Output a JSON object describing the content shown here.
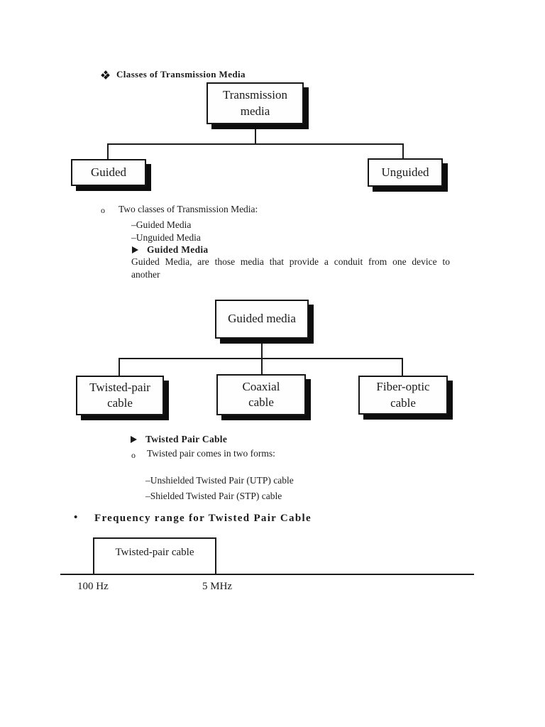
{
  "heading": {
    "marker_icon": "four-diamond",
    "text": "Classes of Transmission Media"
  },
  "tree_transmission": {
    "root_label": "Transmission\nmedia",
    "left_child": "Guided",
    "right_child": "Unguided"
  },
  "notes_transmission": {
    "bullet": "o",
    "intro": "Two classes of Transmission Media:",
    "items": [
      "–Guided Media",
      "–Unguided Media"
    ],
    "arrow_icon": "right-arrowhead",
    "subheading": "Guided Media",
    "body_lines": [
      "Guided Media, are those media that provide a conduit from one device to",
      "another"
    ]
  },
  "tree_guided": {
    "root_label": "Guided media",
    "children": [
      "Twisted-pair\ncable",
      "Coaxial\ncable",
      "Fiber-optic\ncable"
    ]
  },
  "notes_twisted": {
    "arrow_icon": "right-arrowhead",
    "subheading": "Twisted Pair Cable",
    "bullet": "o",
    "intro": "Twisted pair comes in two forms:",
    "items": [
      "–Unshielded Twisted Pair (UTP) cable",
      "–Shielded Twisted Pair (STP) cable"
    ]
  },
  "frequency": {
    "bullet": "•",
    "heading": "Frequency range for Twisted Pair Cable",
    "band_label": "Twisted-pair cable",
    "min_label": "100 Hz",
    "max_label": "5 MHz"
  },
  "chart_data": {
    "type": "range-diagram",
    "title": "Frequency range for Twisted Pair Cable",
    "bands": [
      {
        "label": "Twisted-pair cable",
        "start_label": "100 Hz",
        "end_label": "5 MHz"
      }
    ],
    "axis": "frequency (unlabeled baseline)"
  }
}
